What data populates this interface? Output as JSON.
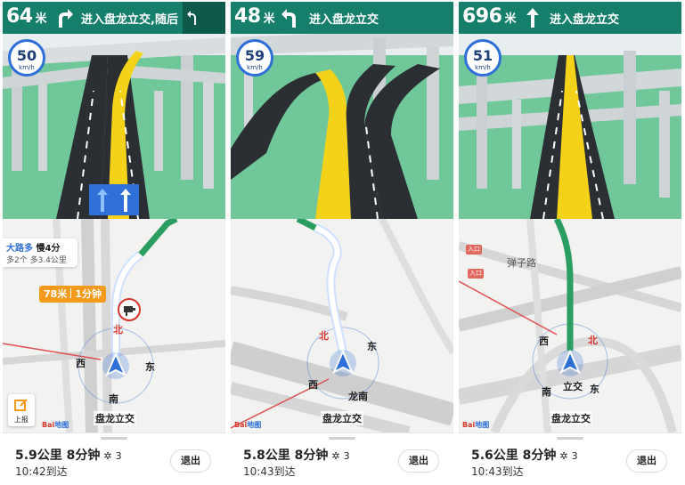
{
  "panels": [
    {
      "nav": {
        "distance": "64",
        "unit": "米",
        "turn_icon": "turn-right-arrow-icon",
        "road": "进入盘龙立交,随后",
        "next_icon": "turn-left-small-icon"
      },
      "speed": {
        "value": "50",
        "unit": "km/h"
      },
      "lanes": [
        "straight-right-lane-icon",
        "straight-lane-icon"
      ],
      "map": {
        "north": "北",
        "south": "南",
        "east": "东",
        "west": "西",
        "place": "盘龙立交",
        "logo_a": "Bai",
        "logo_b": "地图"
      },
      "route_info": {
        "line1_a": "大路多",
        "line1_b": "慢4分",
        "line2": "多2个 多3.4公里"
      },
      "chip": {
        "distance": "78米",
        "time": "1分钟"
      },
      "report_label": "上报",
      "bottom": {
        "summary": "5.9公里 8分钟",
        "lights": "3",
        "eta": "10:42到达",
        "exit": "退出"
      }
    },
    {
      "nav": {
        "distance": "48",
        "unit": "米",
        "turn_icon": "turn-left-arrow-icon",
        "road": "进入盘龙立交"
      },
      "speed": {
        "value": "59",
        "unit": "km/h"
      },
      "map": {
        "north": "北",
        "south": "龙南",
        "east": "东",
        "west": "西",
        "place": "盘龙立交",
        "logo_a": "Bai",
        "logo_b": "地图"
      },
      "bottom": {
        "summary": "5.8公里 8分钟",
        "lights": "3",
        "eta": "10:43到达",
        "exit": "退出"
      }
    },
    {
      "nav": {
        "distance": "696",
        "unit": "米",
        "turn_icon": "straight-arrow-icon",
        "road": "进入盘龙立交"
      },
      "speed": {
        "value": "51",
        "unit": "km/h"
      },
      "map": {
        "north": "北",
        "south": "南",
        "east": "东",
        "west": "西",
        "center": "立交",
        "place": "盘龙立交",
        "road": "弹子路",
        "entrance": "入口",
        "logo_a": "Bai",
        "logo_b": "地图"
      },
      "bottom": {
        "summary": "5.6公里 8分钟",
        "lights": "3",
        "eta": "10:43到达",
        "exit": "退出"
      }
    }
  ],
  "colors": {
    "nav_bar": "#157f6b",
    "route": "#2a9d60",
    "accent_blue": "#2f6fd8",
    "chip": "#f39a1a",
    "grass": "#6fc79a",
    "road_yellow": "#f5d21a"
  }
}
